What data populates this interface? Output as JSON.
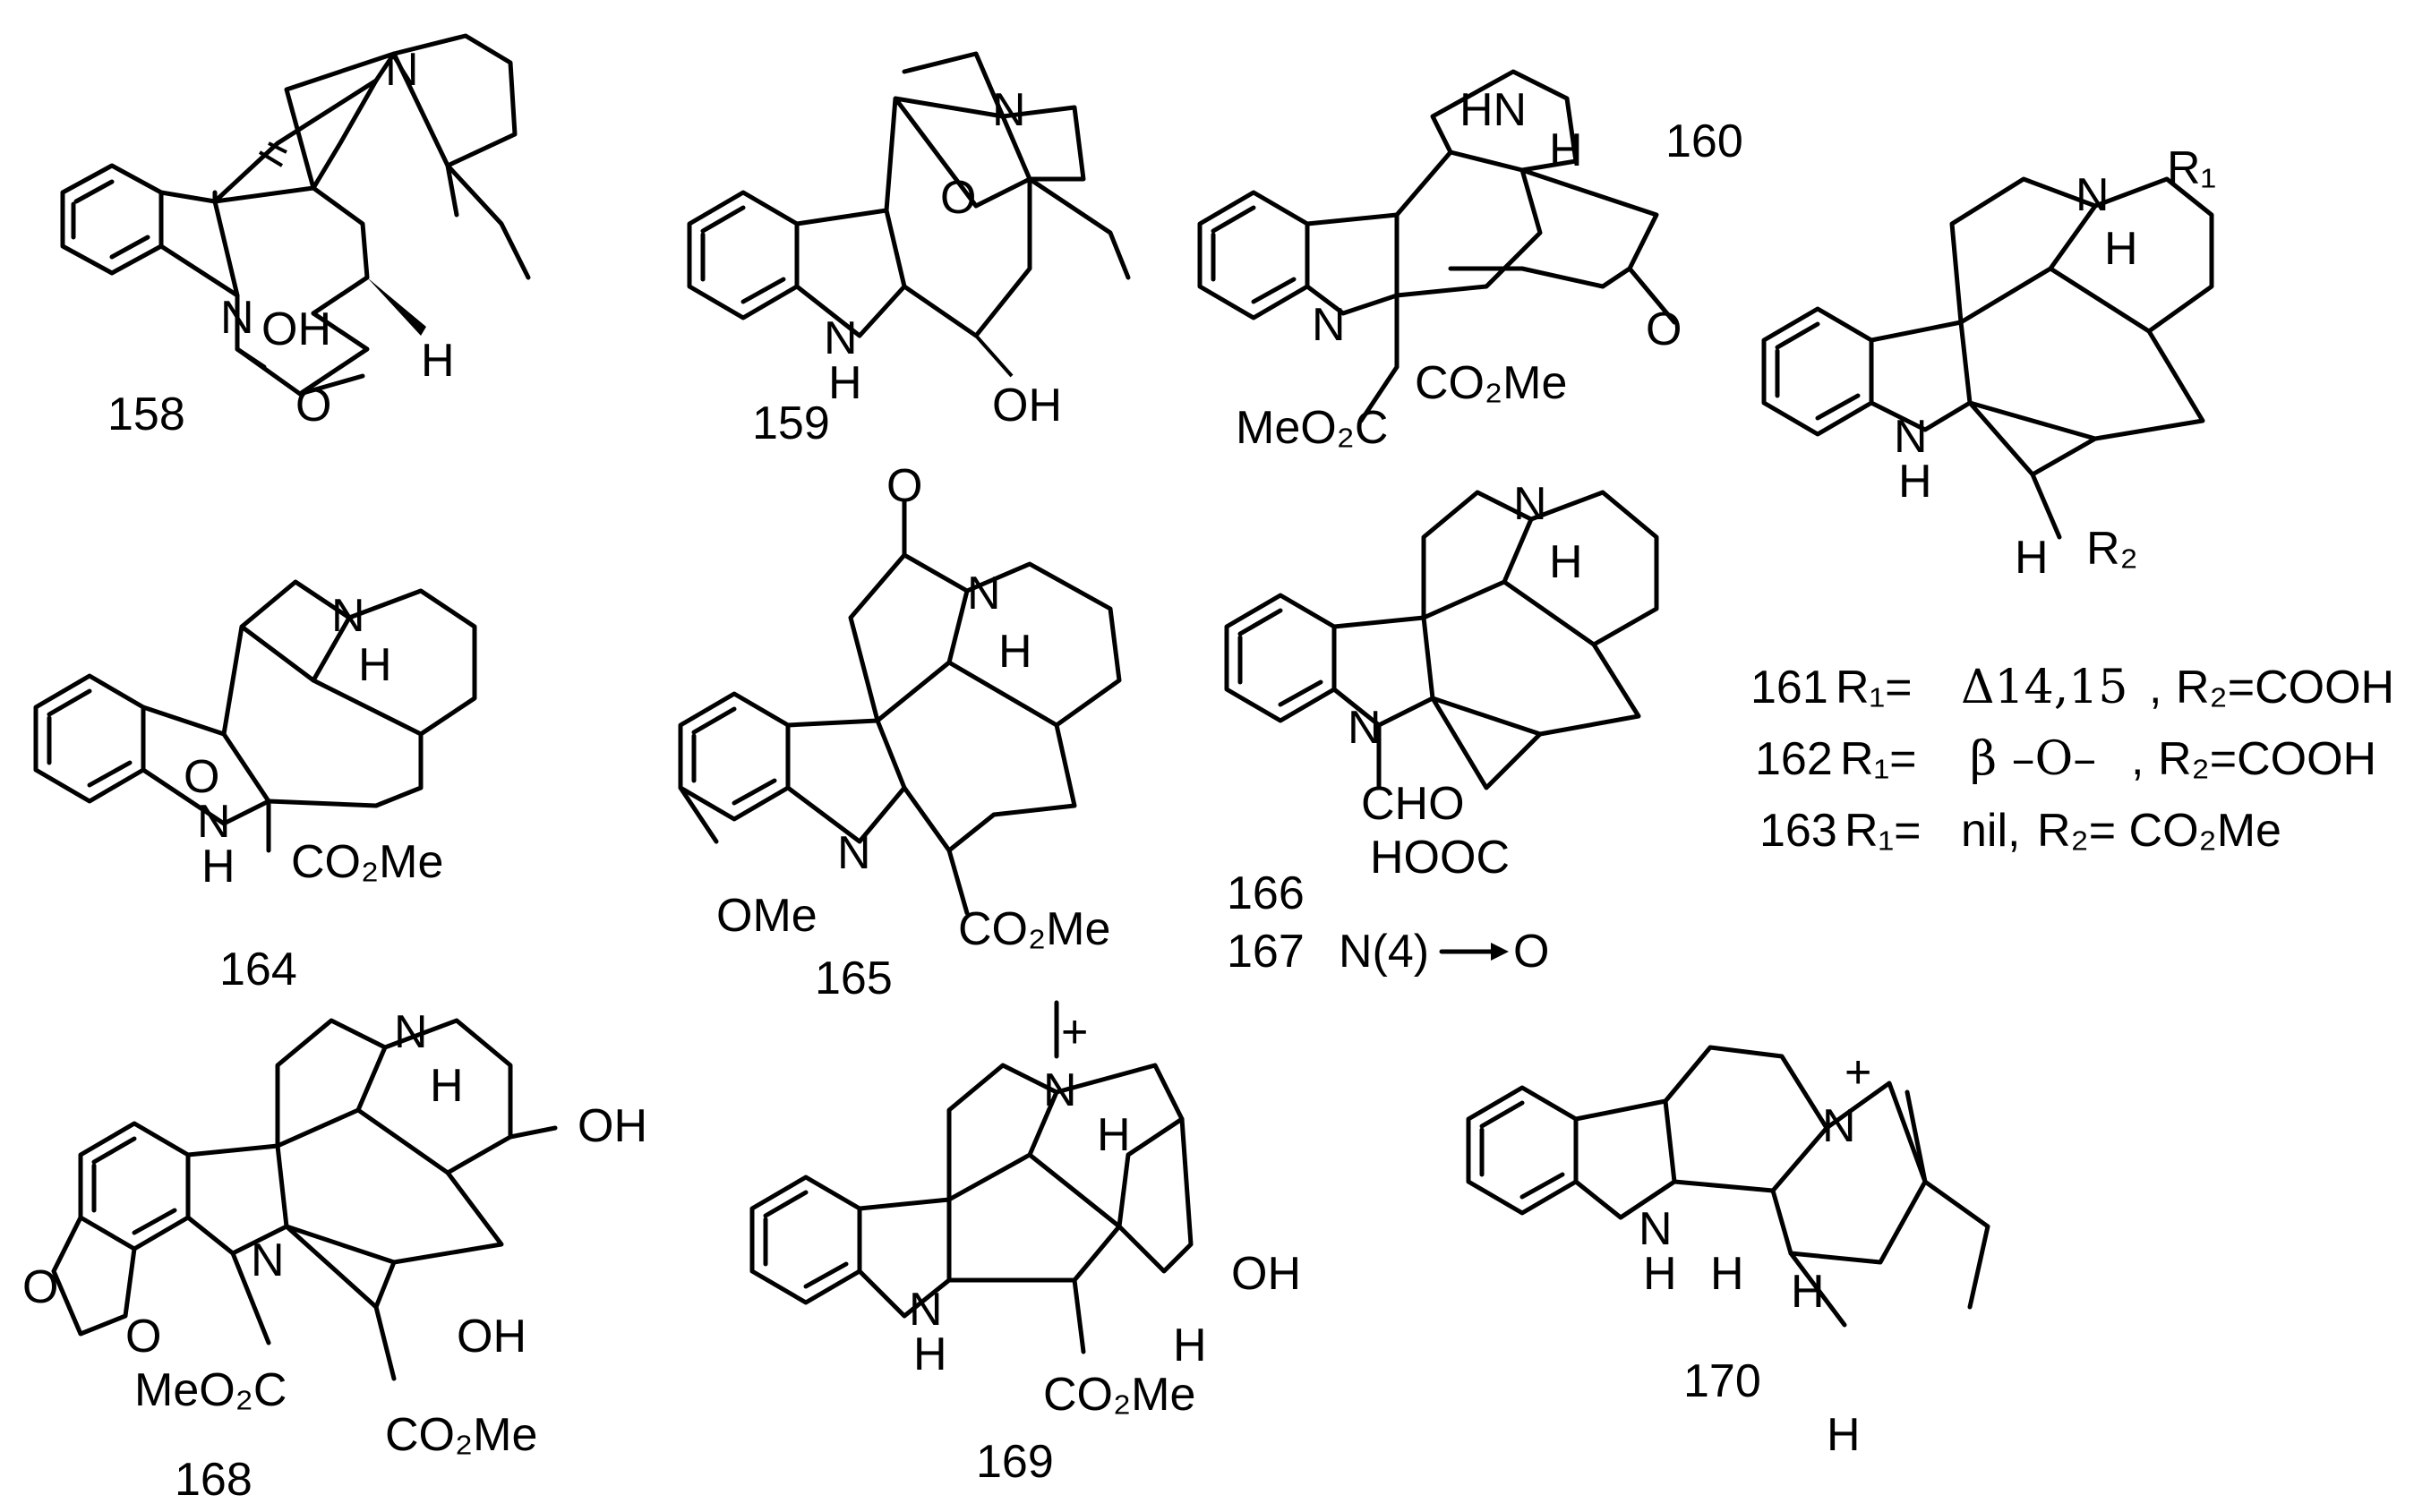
{
  "compounds": {
    "c158": {
      "number": "158",
      "atoms": {
        "n": "N",
        "oh": "OH",
        "o": "O",
        "h": "H"
      }
    },
    "c159": {
      "number": "159",
      "atoms": {
        "n": "N",
        "o": "O",
        "nh": "N",
        "nh_h": "H",
        "oh": "OH"
      }
    },
    "c160": {
      "number": "160",
      "atoms": {
        "hn": "HN",
        "h": "H",
        "o": "O",
        "n": "N",
        "co2me": "CO₂Me",
        "meo2c": "MeO₂C"
      }
    },
    "c161": {
      "atoms": {
        "n": "N",
        "r1": "R₁",
        "h": "H",
        "nh": "N",
        "nh_h": "H",
        "h2": "H",
        "r2": "R₂"
      }
    },
    "c164": {
      "number": "164",
      "atoms": {
        "n": "N",
        "h": "H",
        "o": "O",
        "nh": "N",
        "nh_h": "H",
        "co2me": "CO₂Me"
      }
    },
    "c165": {
      "number": "165",
      "atoms": {
        "o": "O",
        "n": "N",
        "h": "H",
        "ring_n": "N",
        "ome": "OMe",
        "co2me": "CO₂Me"
      }
    },
    "c166": {
      "number": "166",
      "atoms": {
        "n": "N",
        "h": "H",
        "ring_n": "N",
        "cho": "CHO",
        "hooc": "HOOC"
      }
    },
    "c167": {
      "number": "167",
      "note_left": "N(4)",
      "note_right": "O"
    },
    "c168": {
      "number": "168",
      "atoms": {
        "n": "N",
        "h": "H",
        "oh": "OH",
        "ring_n": "N",
        "o1": "O",
        "o2": "O",
        "oh2": "OH",
        "meo2c": "MeO₂C",
        "co2me": "CO₂Me"
      }
    },
    "c169": {
      "number": "169",
      "atoms": {
        "n": "N",
        "plus": "+",
        "h": "H",
        "oh": "OH",
        "nh": "N",
        "nh_h": "H",
        "h2": "H",
        "co2me": "CO₂Me"
      }
    },
    "c170": {
      "number": "170",
      "atoms": {
        "n": "N",
        "plus": "+",
        "nh": "N",
        "nh_h": "H",
        "h1": "H",
        "h2": "H",
        "h3": "H"
      }
    }
  },
  "legend": {
    "row161": {
      "num": "161",
      "r1_label": "R₁=",
      "r1_value": "Δ14,15",
      "sep": ",",
      "r2_label": "R₂=COOH"
    },
    "row162": {
      "num": "162",
      "r1_label": "R₁=",
      "r1_value": "β –O–",
      "sep": ",",
      "r2_label": "R₂=COOH"
    },
    "row163": {
      "num": "163",
      "r1_label": "R₁=",
      "r1_value": "nil,",
      "r2_label": "R₂= CO₂Me"
    }
  }
}
